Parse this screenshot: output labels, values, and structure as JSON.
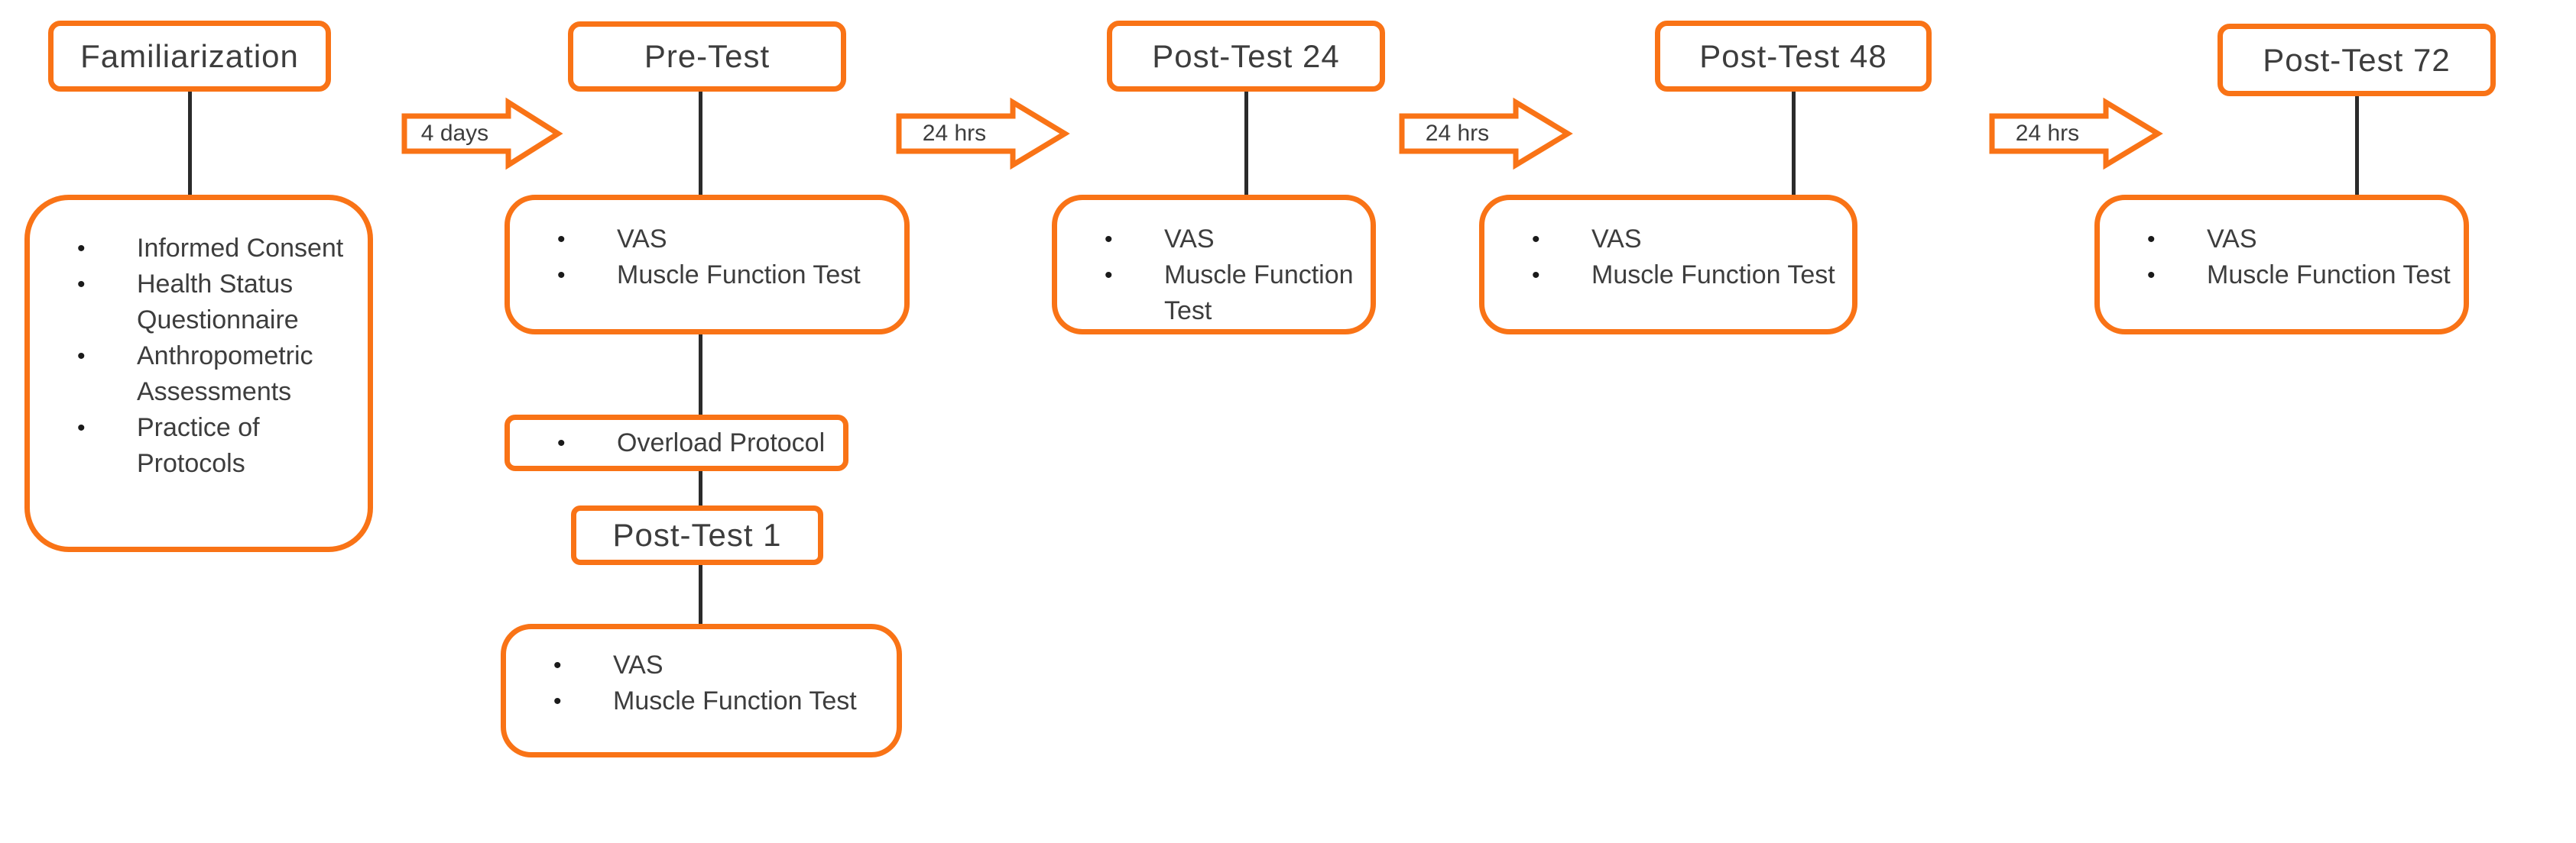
{
  "flowchart": {
    "stages": [
      {
        "title": "Familiarization",
        "details": [
          "Informed Consent",
          "Health Status Questionnaire",
          "Anthropometric Assessments",
          "Practice of Protocols"
        ]
      },
      {
        "title": "Pre-Test",
        "details": [
          "VAS",
          "Muscle Function Test"
        ],
        "overload_step": "Overload Protocol",
        "sub_stage": {
          "title": "Post-Test 1",
          "details": [
            "VAS",
            "Muscle Function Test"
          ]
        }
      },
      {
        "title": "Post-Test 24",
        "details": [
          "VAS",
          "Muscle Function Test"
        ]
      },
      {
        "title": "Post-Test 48",
        "details": [
          "VAS",
          "Muscle Function Test"
        ]
      },
      {
        "title": "Post-Test 72",
        "details": [
          "VAS",
          "Muscle Function Test"
        ]
      }
    ],
    "arrows": [
      {
        "label": "4 days"
      },
      {
        "label": "24 hrs"
      },
      {
        "label": "24 hrs"
      },
      {
        "label": "24 hrs"
      }
    ],
    "colors": {
      "accent": "#f97316",
      "text": "#3d3d3d",
      "connector": "#2b2b2b",
      "background": "#ffffff"
    }
  }
}
